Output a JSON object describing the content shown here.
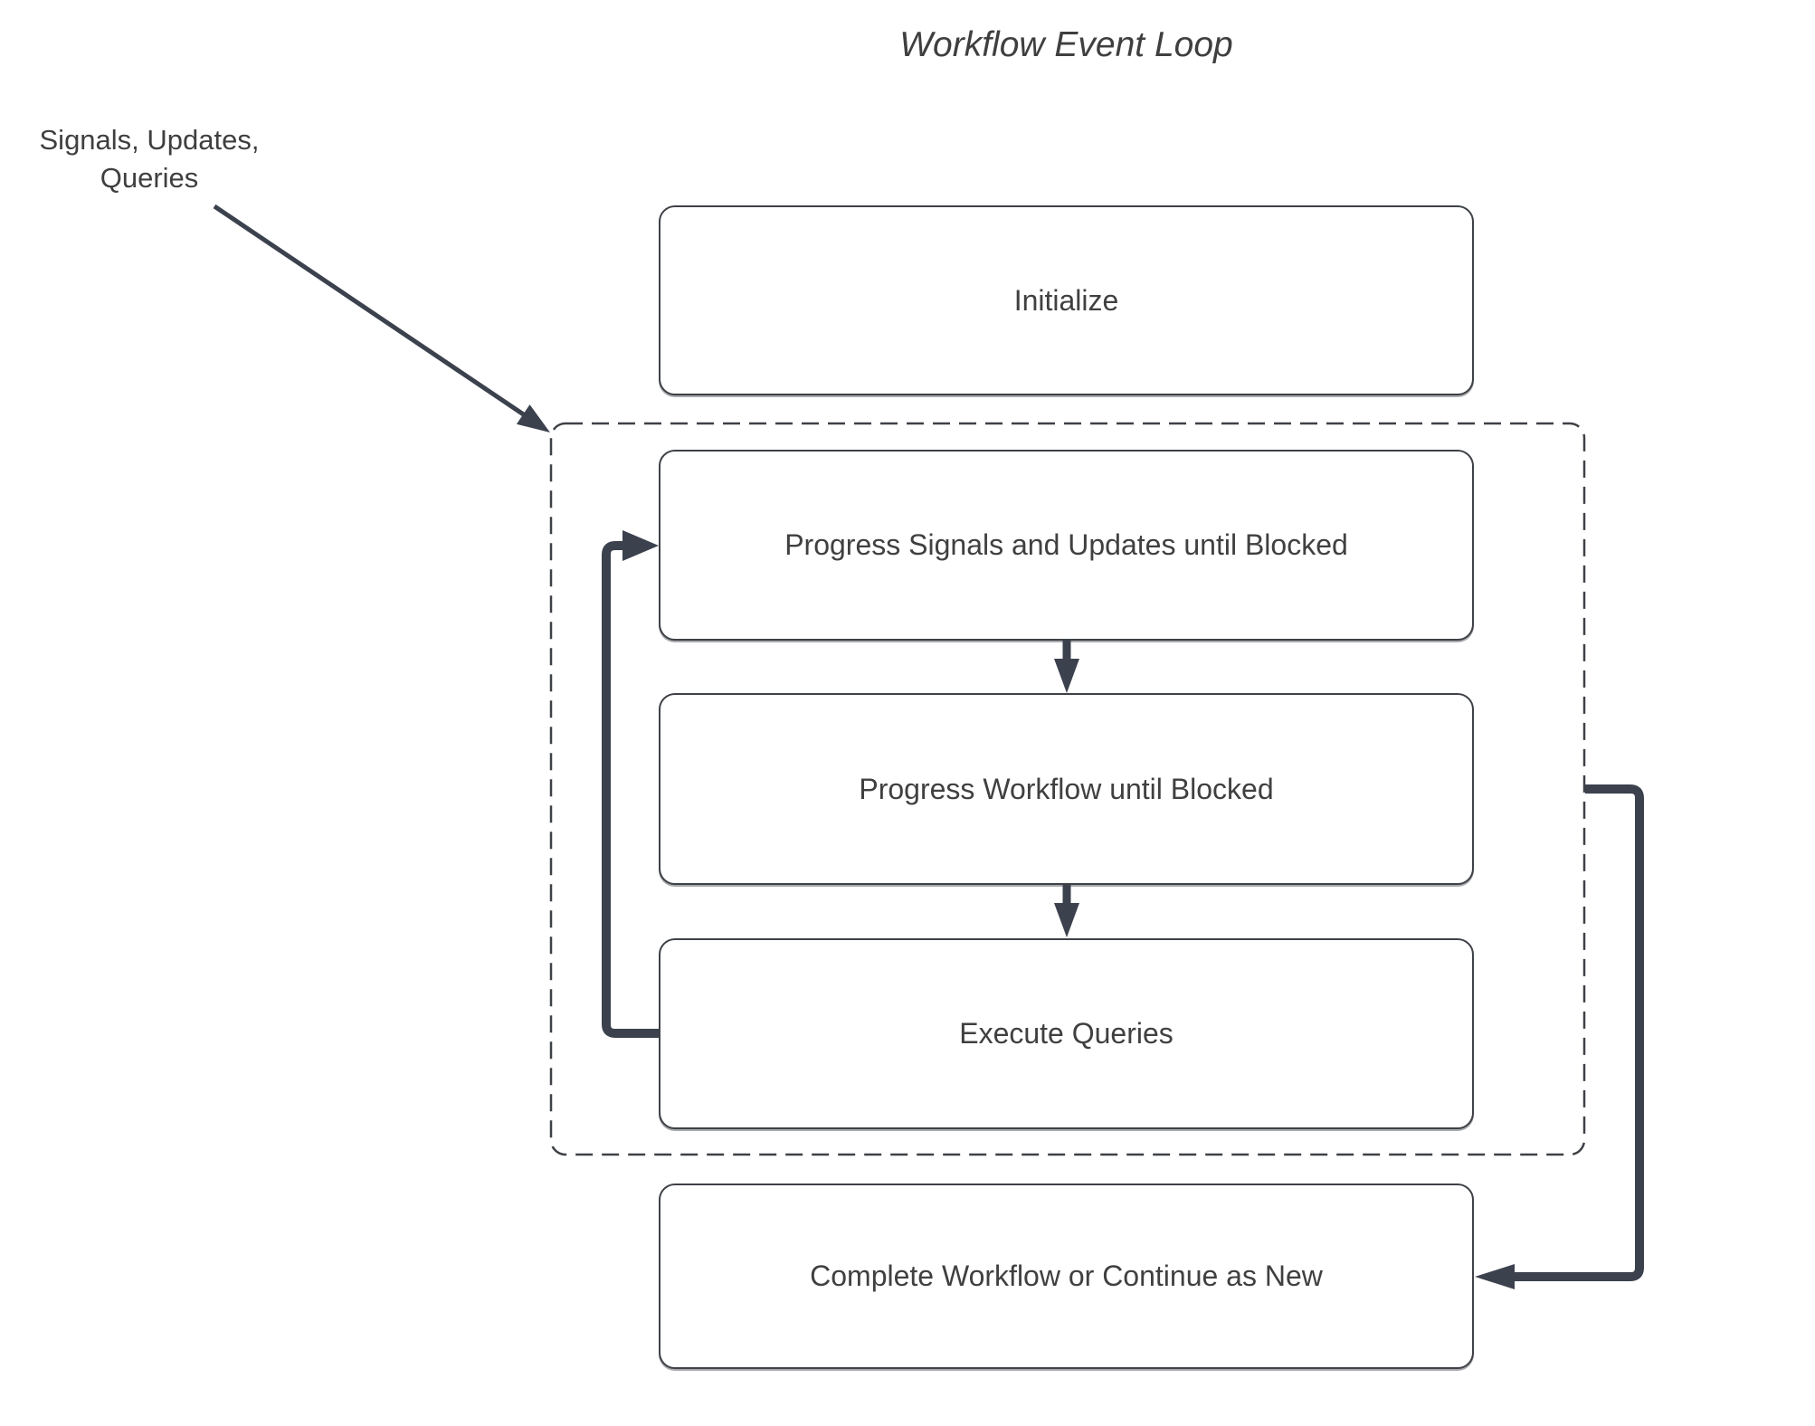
{
  "title": "Workflow Event Loop",
  "annotation": {
    "text": "Signals, Updates,\nQueries"
  },
  "nodes": {
    "initialize": "Initialize",
    "progress_signals": "Progress Signals and Updates until Blocked",
    "progress_workflow": "Progress Workflow until Blocked",
    "execute_queries": "Execute Queries",
    "complete": "Complete Workflow or Continue as New"
  },
  "edges": [
    {
      "from": "signals-updates-queries-label",
      "to": "event-loop-container",
      "style": "thin-arrow"
    },
    {
      "from": "progress-signals",
      "to": "progress-workflow",
      "style": "down-arrow"
    },
    {
      "from": "progress-workflow",
      "to": "execute-queries",
      "style": "down-arrow"
    },
    {
      "from": "execute-queries",
      "to": "progress-signals",
      "style": "thick-loop-back"
    },
    {
      "from": "event-loop-container",
      "to": "complete",
      "style": "thick-loop"
    }
  ],
  "colors": {
    "arrow": "#3b414d",
    "node_border": "#3e4146",
    "dashed_border": "#3e4146",
    "text": "#404040",
    "background": "#ffffff"
  }
}
